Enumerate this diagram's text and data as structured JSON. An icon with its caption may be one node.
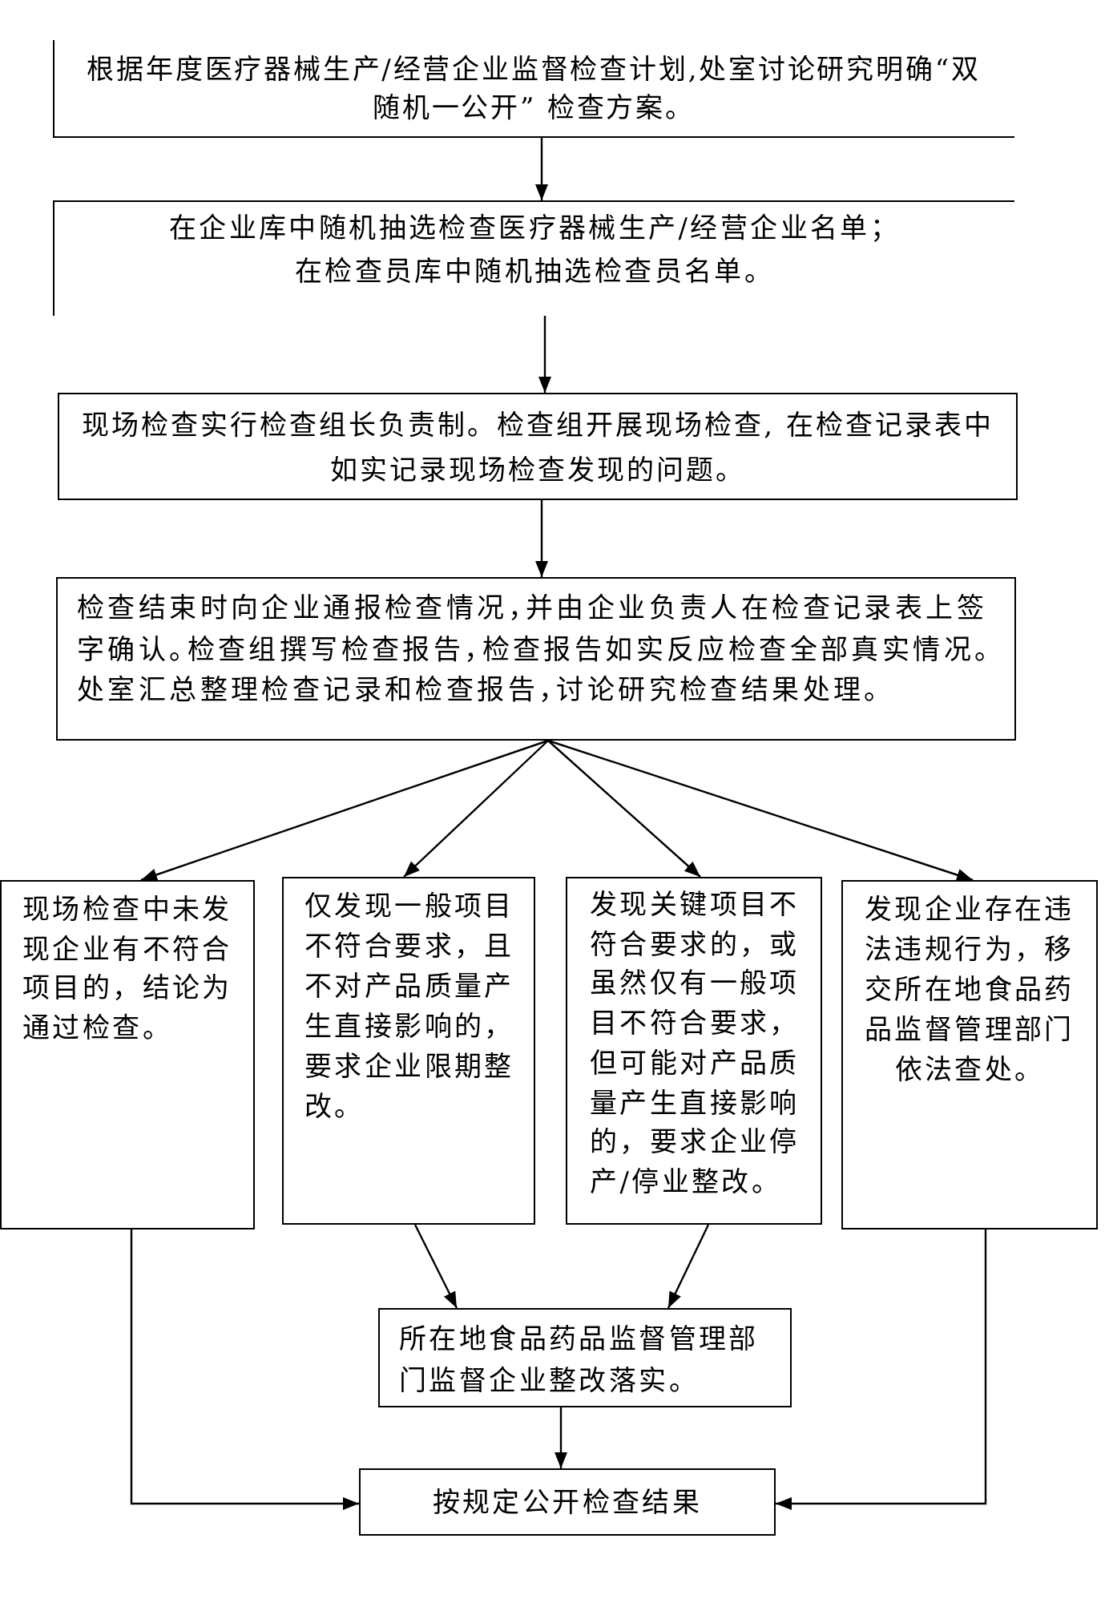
{
  "diagram": {
    "nodes": [
      {
        "text": [
          "根据年度医疗器械生产/经营企业监督检查计划,处室讨论研究明确“双随机一公开” 检查方案。"
        ]
      },
      {
        "text": [
          "在企业库中随机抽选检查医疗器械生产/经营企业名单；在检查员库中随机抽选检查员名单。"
        ]
      },
      {
        "text": [
          "现场检查实行检查组长负责制。检查组开展现场检查, 在检查记录表中如实记录现场检查发现的问题。"
        ]
      },
      {
        "text": [
          "检查结束时向企业通报检查情况，并由企业负责人在检查记录表上签字确认。检查组撰写检查报告，检查报告如实反应检查全部真实情况。处室汇总整理检查记录和检查报告，讨论研究检查结果处理。"
        ]
      },
      {
        "text": [
          "现场检查中未发现企业有不符合项目的，结论为通过检查。"
        ]
      },
      {
        "text": [
          "仅发现一般项目不符合要求，且不对产品质量产生直接影响的，要求企业限期整改。"
        ]
      },
      {
        "text": [
          "发现关键项目不符合要求的，或虽然仅有一般项目不符合要求，但可能对产品质量产生直接影响的，要求企业停产/停业整改。"
        ]
      },
      {
        "text": [
          "发现企业存在违法违规行为，移交所在地食品药品监督管理部门依法查处。"
        ]
      },
      {
        "text": [
          "所在地食品药品监督管理部门监督企业整改落实。"
        ]
      },
      {
        "text": [
          "按规定公开检查结果"
        ]
      }
    ],
    "edges": [
      {
        "from": 0,
        "to": 1,
        "arrow": "to"
      },
      {
        "from": 1,
        "to": 2,
        "arrow": "to"
      },
      {
        "from": 2,
        "to": 3,
        "arrow": "to"
      },
      {
        "from": 3,
        "to": 4,
        "arrow": "to"
      },
      {
        "from": 3,
        "to": 5,
        "arrow": "to"
      },
      {
        "from": 3,
        "to": 6,
        "arrow": "to"
      },
      {
        "from": 3,
        "to": 7,
        "arrow": "to"
      },
      {
        "from": 4,
        "to": 9,
        "arrow": "to"
      },
      {
        "from": 5,
        "to": 8,
        "arrow": "to"
      },
      {
        "from": 6,
        "to": 8,
        "arrow": "to"
      },
      {
        "from": 7,
        "to": 9,
        "arrow": "to"
      },
      {
        "from": 8,
        "to": 9,
        "arrow": "to"
      }
    ]
  }
}
